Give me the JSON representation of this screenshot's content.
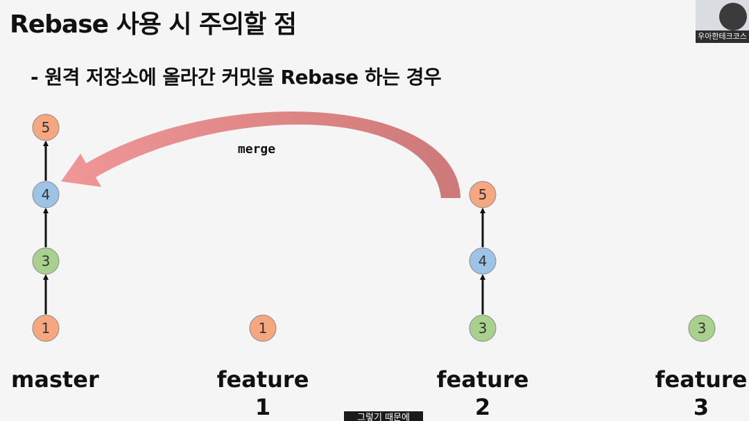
{
  "slide": {
    "title": "Rebase 사용 시 주의할 점",
    "subtitle": "- 원격 저장소에 올라간 커밋을 Rebase 하는 경우"
  },
  "webcam": {
    "label": "우아한테크코스"
  },
  "caption": {
    "text": "그렇기 때문에"
  },
  "diagram": {
    "merge_label": "merge",
    "colors": {
      "orange": "#f6a77f",
      "blue": "#9dc3e6",
      "green": "#a9d18e",
      "arrow": "#f08c8c"
    },
    "branches": [
      {
        "name": "master",
        "line1": "master",
        "line2": "",
        "commits": [
          {
            "label": "1",
            "color": "orange"
          },
          {
            "label": "3",
            "color": "green"
          },
          {
            "label": "4",
            "color": "blue"
          },
          {
            "label": "5",
            "color": "orange"
          }
        ]
      },
      {
        "name": "feature-1",
        "line1": "feature",
        "line2": "1",
        "commits": [
          {
            "label": "1",
            "color": "orange"
          }
        ]
      },
      {
        "name": "feature-2",
        "line1": "feature",
        "line2": "2",
        "commits": [
          {
            "label": "3",
            "color": "green"
          },
          {
            "label": "4",
            "color": "blue"
          },
          {
            "label": "5",
            "color": "orange"
          }
        ]
      },
      {
        "name": "feature-3",
        "line1": "feature",
        "line2": "3",
        "commits": [
          {
            "label": "3",
            "color": "green"
          }
        ]
      }
    ]
  }
}
